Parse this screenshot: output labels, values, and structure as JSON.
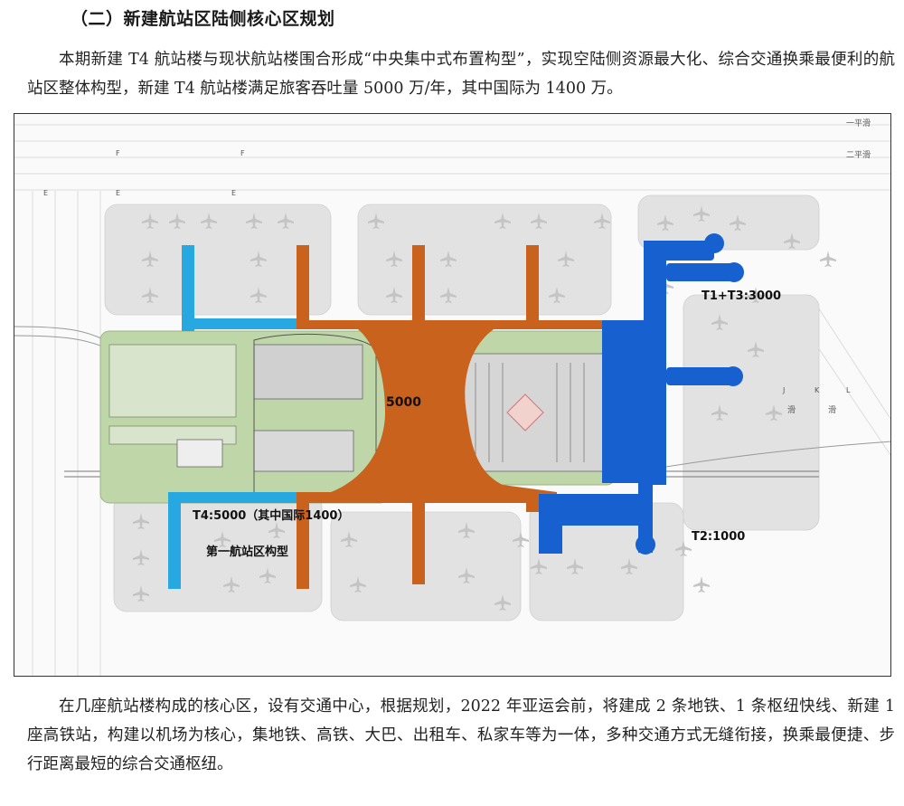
{
  "section_heading": "（二）新建航站区陆侧核心区规划",
  "paragraphs": {
    "intro": "本期新建 T4 航站楼与现状航站楼围合形成“中央集中式布置构型”，实现空陆侧资源最大化、综合交通换乘最便利的航站区整体构型，新建 T4 航站楼满足旅客吞吐量 5000 万/年，其中国际为 1400 万。",
    "hub": "在几座航站楼构成的核心区，设有交通中心，根据规划，2022 年亚运会前，将建成 2 条地铁、1 条枢纽快线、新建 1 座高铁站，构建以机场为核心，集地铁、高铁、大巴、出租车、私家车等为一体，多种交通方式无缝衔接，换乘最便捷、步行距离最短的综合交通枢纽。"
  },
  "plan": {
    "labels": {
      "t4_center": "5000",
      "t4_detail": "T4:5000（其中国际1400）",
      "layout_name": "第一航站区构型",
      "t1_t3": "T1+T3:3000",
      "t2": "T2:1000"
    },
    "taxiway_labels": {
      "first_parallel": "一平滑",
      "second_parallel": "二平滑",
      "letters": [
        "F",
        "F",
        "E",
        "E",
        "E",
        "J",
        "K",
        "L"
      ],
      "slip": "滑"
    },
    "colors": {
      "t4_orange": "#C8621C",
      "t1_t3_blue": "#1660D0",
      "light_blue": "#27A8E0",
      "landside_green": "#BFD6A8",
      "taxiway_gray": "#D9D9D9"
    }
  }
}
